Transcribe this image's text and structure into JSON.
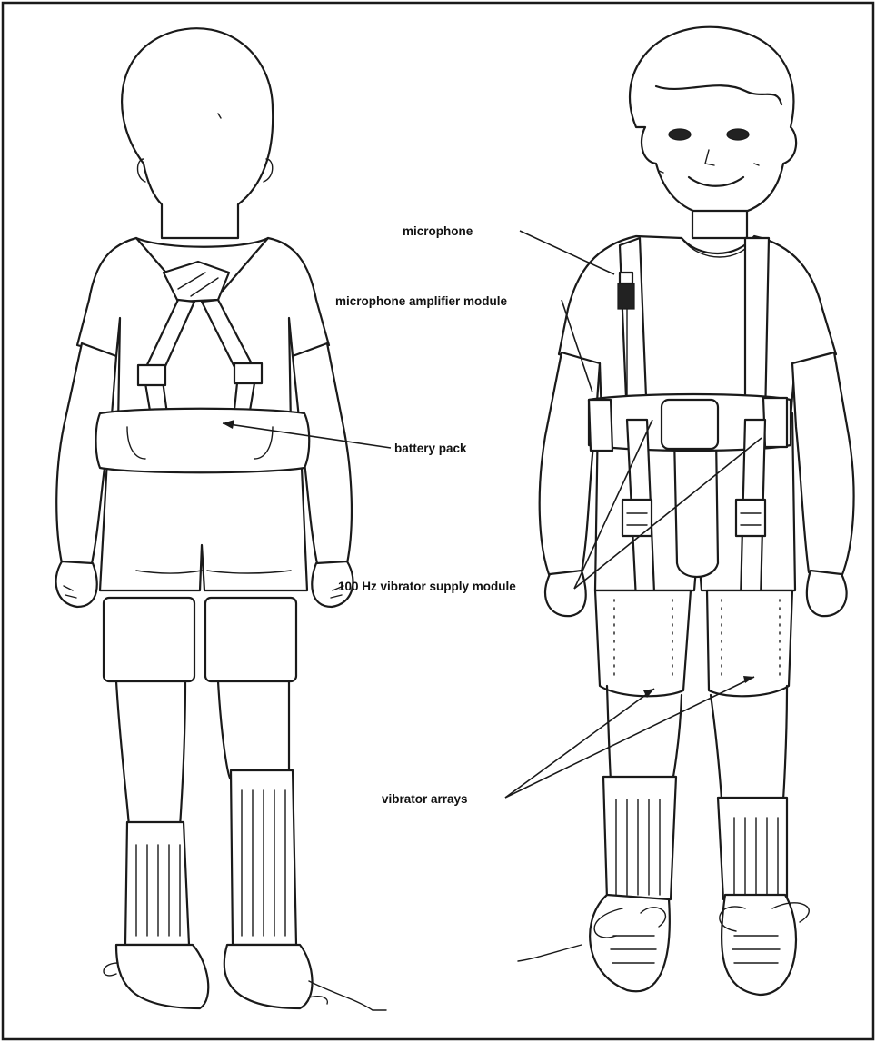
{
  "labels": {
    "microphone": "microphone",
    "amplifier": "microphone amplifier module",
    "battery": "battery pack",
    "supply": "100 Hz vibrator supply module",
    "vibrators": "vibrator arrays"
  },
  "colors": {
    "ink": "#1a1a1a",
    "paper": "#ffffff"
  }
}
